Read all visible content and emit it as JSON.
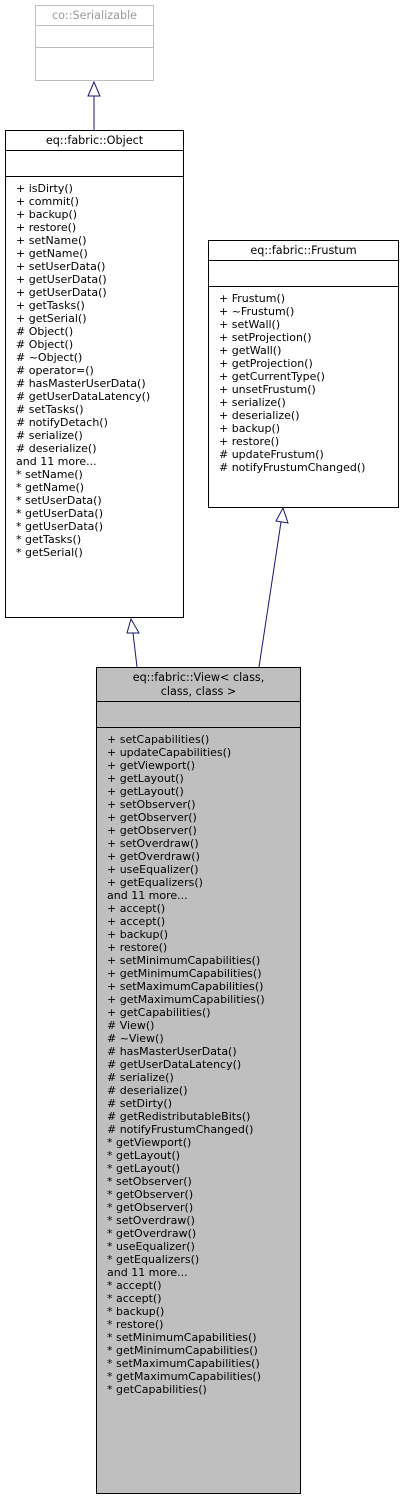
{
  "classes": {
    "serializable": {
      "name": "co::Serializable",
      "attributes": [],
      "methods": []
    },
    "object": {
      "name": "eq::fabric::Object",
      "attributes": [],
      "methods": [
        "+ isDirty()",
        "+ commit()",
        "+ backup()",
        "+ restore()",
        "+ setName()",
        "+ getName()",
        "+ setUserData()",
        "+ getUserData()",
        "+ getUserData()",
        "+ getTasks()",
        "+ getSerial()",
        "# Object()",
        "# Object()",
        "# ~Object()",
        "# operator=()",
        "# hasMasterUserData()",
        "# getUserDataLatency()",
        "# setTasks()",
        "# notifyDetach()",
        "# serialize()",
        "# deserialize()",
        "and 11 more...",
        "* setName()",
        "* getName()",
        "* setUserData()",
        "* getUserData()",
        "* getUserData()",
        "* getTasks()",
        "* getSerial()"
      ]
    },
    "frustum": {
      "name": "eq::fabric::Frustum",
      "attributes": [],
      "methods": [
        "+ Frustum()",
        "+ ~Frustum()",
        "+ setWall()",
        "+ setProjection()",
        "+ getWall()",
        "+ getProjection()",
        "+ getCurrentType()",
        "+ unsetFrustum()",
        "+ serialize()",
        "+ deserialize()",
        "+ backup()",
        "+ restore()",
        "# updateFrustum()",
        "# notifyFrustumChanged()"
      ]
    },
    "view": {
      "name_line1": "eq::fabric::View< class,",
      "name_line2": "class, class >",
      "attributes": [],
      "methods": [
        "+ setCapabilities()",
        "+ updateCapabilities()",
        "+ getViewport()",
        "+ getLayout()",
        "+ getLayout()",
        "+ setObserver()",
        "+ getObserver()",
        "+ getObserver()",
        "+ setOverdraw()",
        "+ getOverdraw()",
        "+ useEqualizer()",
        "+ getEqualizers()",
        "and 11 more...",
        "+ accept()",
        "+ accept()",
        "+ backup()",
        "+ restore()",
        "+ setMinimumCapabilities()",
        "+ getMinimumCapabilities()",
        "+ setMaximumCapabilities()",
        "+ getMaximumCapabilities()",
        "+ getCapabilities()",
        "# View()",
        "# ~View()",
        "# hasMasterUserData()",
        "# getUserDataLatency()",
        "# serialize()",
        "# deserialize()",
        "# setDirty()",
        "# getRedistributableBits()",
        "# notifyFrustumChanged()",
        "* getViewport()",
        "* getLayout()",
        "* getLayout()",
        "* setObserver()",
        "* getObserver()",
        "* getObserver()",
        "* setOverdraw()",
        "* getOverdraw()",
        "* useEqualizer()",
        "* getEqualizers()",
        "and 11 more...",
        "* accept()",
        "* accept()",
        "* backup()",
        "* restore()",
        "* setMinimumCapabilities()",
        "* getMinimumCapabilities()",
        "* setMaximumCapabilities()",
        "* getMaximumCapabilities()",
        "* getCapabilities()"
      ]
    }
  },
  "edges": [
    {
      "from": "object",
      "to": "serializable",
      "kind": "inheritance"
    },
    {
      "from": "view",
      "to": "object",
      "kind": "inheritance"
    },
    {
      "from": "view",
      "to": "frustum",
      "kind": "inheritance"
    }
  ],
  "colors": {
    "edge": "#191970",
    "border": "#000000",
    "faded_border": "#bfbfbf",
    "faded_text": "#9a9a9a",
    "main_fill": "#bfbfbf"
  }
}
